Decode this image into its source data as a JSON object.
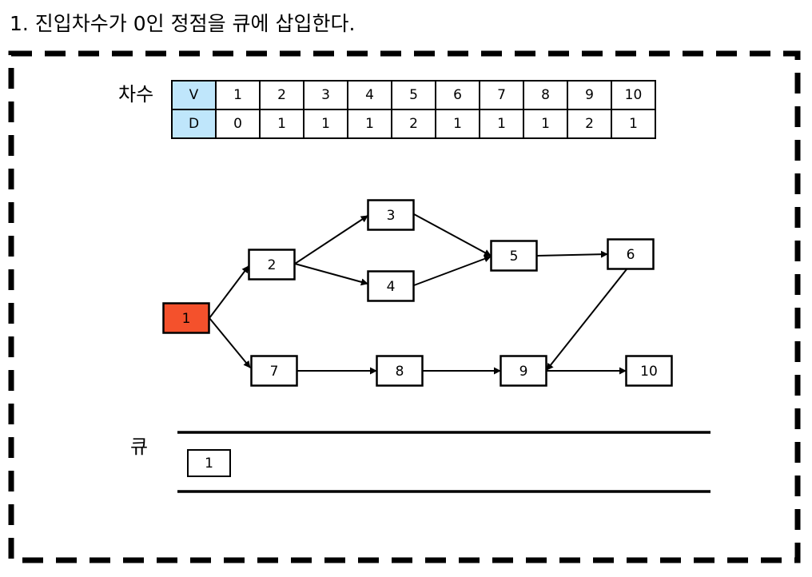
{
  "heading": "1. 진입차수가 0인 정점을 큐에 삽입한다.",
  "degree_table": {
    "label": "차수",
    "row_v": {
      "head": "V",
      "values": [
        "1",
        "2",
        "3",
        "4",
        "5",
        "6",
        "7",
        "8",
        "9",
        "10"
      ]
    },
    "row_d": {
      "head": "D",
      "values": [
        "0",
        "1",
        "1",
        "1",
        "2",
        "1",
        "1",
        "1",
        "2",
        "1"
      ]
    },
    "head_color": "#bfe6fb"
  },
  "graph": {
    "nodes": [
      {
        "id": "1",
        "label": "1",
        "highlighted": true
      },
      {
        "id": "2",
        "label": "2",
        "highlighted": false
      },
      {
        "id": "3",
        "label": "3",
        "highlighted": false
      },
      {
        "id": "4",
        "label": "4",
        "highlighted": false
      },
      {
        "id": "5",
        "label": "5",
        "highlighted": false
      },
      {
        "id": "6",
        "label": "6",
        "highlighted": false
      },
      {
        "id": "7",
        "label": "7",
        "highlighted": false
      },
      {
        "id": "8",
        "label": "8",
        "highlighted": false
      },
      {
        "id": "9",
        "label": "9",
        "highlighted": false
      },
      {
        "id": "10",
        "label": "10",
        "highlighted": false
      }
    ],
    "edges": [
      {
        "from": "1",
        "to": "2"
      },
      {
        "from": "1",
        "to": "7"
      },
      {
        "from": "2",
        "to": "3"
      },
      {
        "from": "2",
        "to": "4"
      },
      {
        "from": "3",
        "to": "5"
      },
      {
        "from": "4",
        "to": "5"
      },
      {
        "from": "5",
        "to": "6"
      },
      {
        "from": "6",
        "to": "9"
      },
      {
        "from": "7",
        "to": "8"
      },
      {
        "from": "8",
        "to": "9"
      },
      {
        "from": "9",
        "to": "10"
      }
    ],
    "highlight_color": "#f4512c"
  },
  "queue": {
    "label": "큐",
    "items": [
      "1"
    ]
  }
}
